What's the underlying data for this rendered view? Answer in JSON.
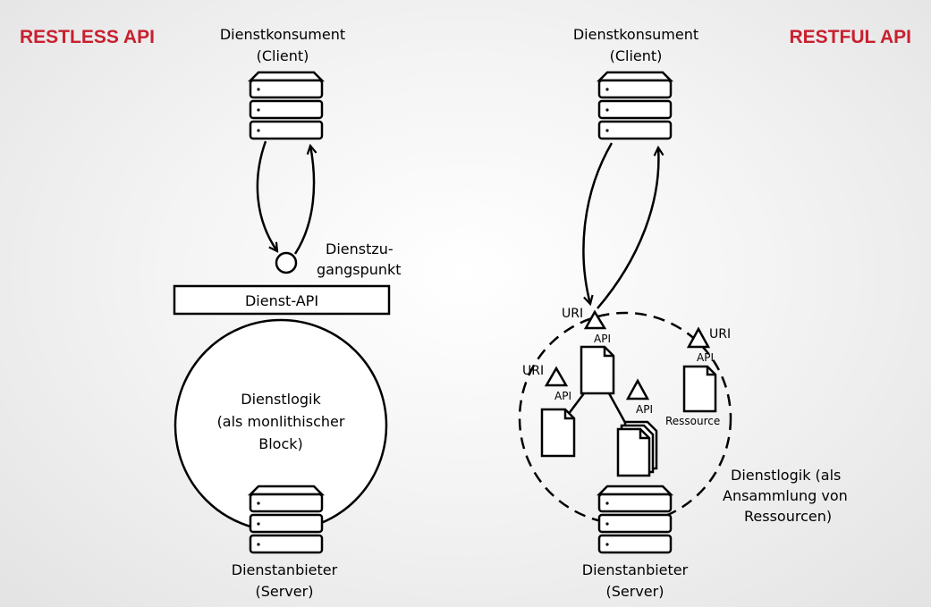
{
  "left": {
    "title": "RESTLESS API",
    "client_line1": "Dienstkonsument",
    "client_line2": "(Client)",
    "access_point_line1": "Dienstzu-",
    "access_point_line2": "gangspunkt",
    "api_label": "Dienst-API",
    "logic_line1": "Dienstlogik",
    "logic_line2": "(als monlithischer",
    "logic_line3": "Block)",
    "server_line1": "Dienstanbieter",
    "server_line2": "(Server)"
  },
  "right": {
    "title": "RESTFUL API",
    "client_line1": "Dienstkonsument",
    "client_line2": "(Client)",
    "uri_main": "URI",
    "api_main": "API",
    "uri_left": "URI",
    "api_left": "API",
    "api_center": "API",
    "uri_right": "URI",
    "api_right": "API",
    "resource_label": "Ressource",
    "logic_line1": "Dienstlogik (als",
    "logic_line2": "Ansammlung von",
    "logic_line3": "Ressourcen)",
    "server_line1": "Dienstanbieter",
    "server_line2": "(Server)"
  },
  "colors": {
    "title_red": "#c8202f",
    "background": "#f0f0f0"
  }
}
